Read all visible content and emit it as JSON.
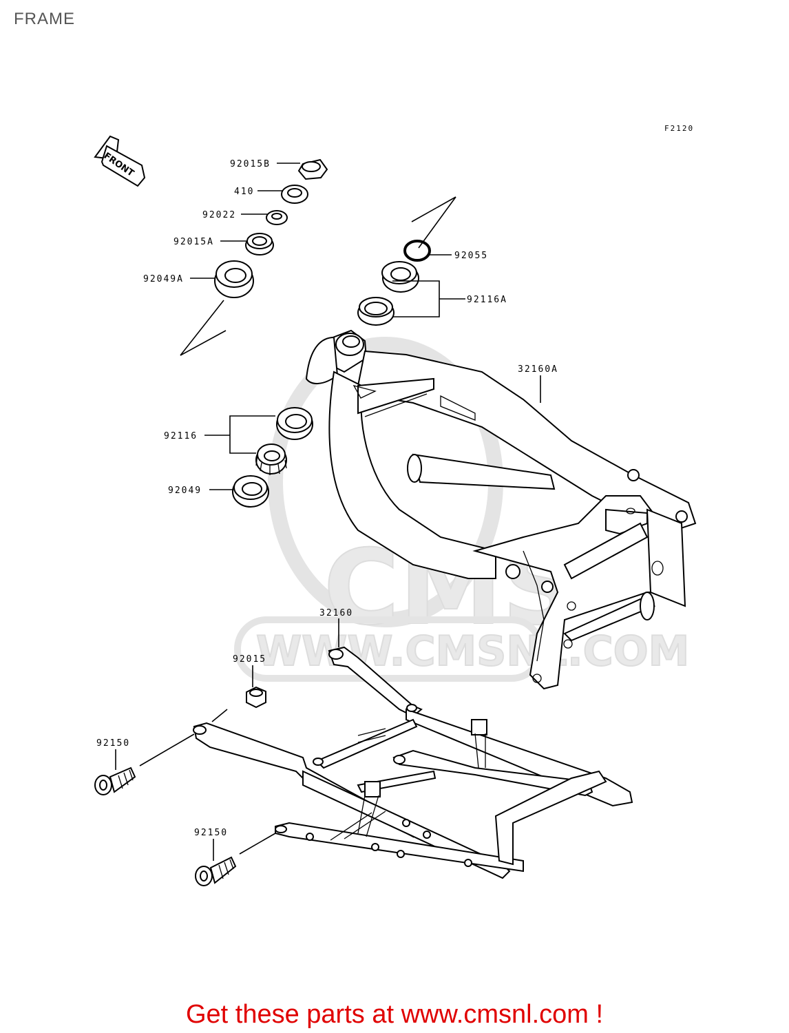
{
  "header": {
    "title": "FRAME"
  },
  "figure_code": "F2120",
  "front_arrow": {
    "label": "FRONT"
  },
  "watermark": {
    "logo": "CMS",
    "url": "WWW.CMSNL.COM"
  },
  "part_labels": [
    {
      "id": "92015B"
    },
    {
      "id": "410"
    },
    {
      "id": "92022"
    },
    {
      "id": "92015A"
    },
    {
      "id": "92049A"
    },
    {
      "id": "92055"
    },
    {
      "id": "92116A"
    },
    {
      "id": "32160A"
    },
    {
      "id": "92116"
    },
    {
      "id": "92049"
    },
    {
      "id": "32160"
    },
    {
      "id": "92015"
    },
    {
      "id": "92150"
    },
    {
      "id": "92150"
    }
  ],
  "footer": {
    "cta": "Get these parts at www.cmsnl.com !"
  }
}
